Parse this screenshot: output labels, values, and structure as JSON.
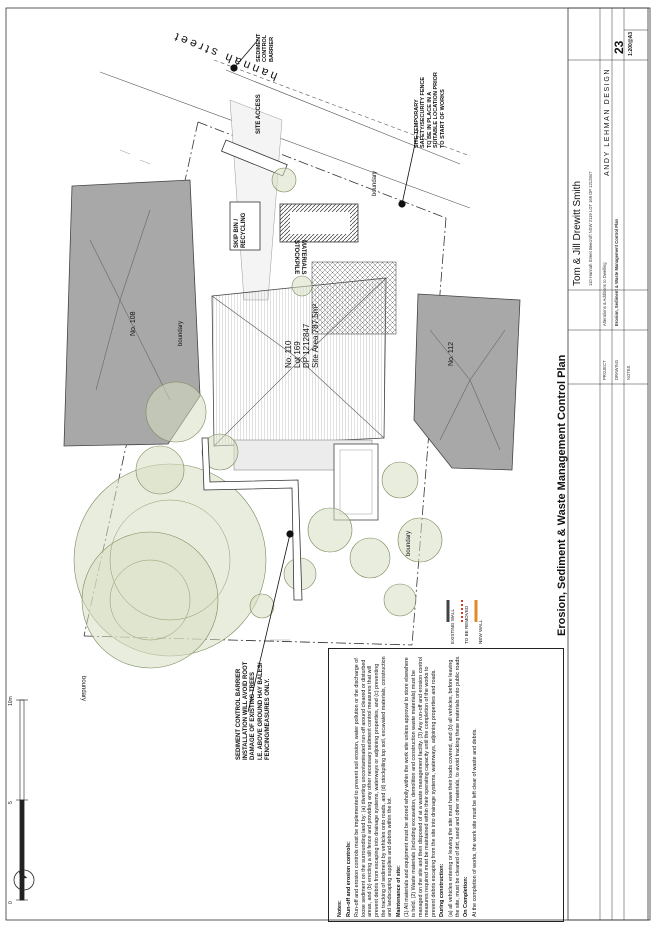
{
  "plan": {
    "title": "Erosion, Sediment & Waste Management Control Plan",
    "street": "hannah street",
    "lot_no": "No. 110",
    "lot": "Lot 169",
    "dp": "DP 1212847",
    "site_area": "Site Area 787.5m²",
    "neighbour_left": "No. 108",
    "neighbour_right": "No. 112",
    "boundary": "boundary",
    "site_access": "SITE ACCESS",
    "skip_bin": [
      "SKIP BIN /",
      "RECYCLING"
    ],
    "stockpile": [
      "MATERIALS",
      "STOCKPILE"
    ],
    "sediment_barrier_top": [
      "SEDIMENT",
      "CONTROL",
      "BARRIER"
    ],
    "fence_note": [
      "SITE TEMPORARY",
      "SAFETY/SECURITY FENCE",
      "TO BE IN PLACE IN A",
      "SUITABLE LOCATION PRIOR",
      "TO START OF WORKS"
    ],
    "barrier_note": [
      "SEDIMENT CONTROL BARRIER",
      "INSTALLATION WILL AVOID ROOT",
      "DAMAGE OF EXISTING TREES",
      "I.E. ABOVE GROUND HAY BALES/",
      "FENCING/MEASURES ONLY."
    ]
  },
  "legend": {
    "items": [
      "EXISTING WALL",
      "TO BE REMOVED",
      "NEW WALL"
    ],
    "colors": [
      "#444444",
      "#d23c2c",
      "#e08a2a"
    ]
  },
  "notes": {
    "heading": "Notes:",
    "s1_title": "Run-off and erosion controls:",
    "s1_body": "Run-off and erosion controls must be implemented to prevent soil erosion, water pollution or the discharge of loose sediment on the surrounding land by: (a) diverting uncontaminated run-off around cleared or disturbed areas, and (b) erecting a silt fence and providing any other necessary sediment control measures that will prevent debris from escaping into drainage systems, waterways or adjoining properties, and (c) preventing the tracking of sediment by vehicles onto roads, and (d) stockpiling top soil, excavated materials, construction and landscaping supplies and debris within the lot.",
    "s2_title": "Maintenance of site:",
    "s2_body": "(1) All materials and equipment must be stored wholly within the work site unless approval to store elsewhere is held. (2) Waste materials (including excavation, demolition and construction waste materials) must be managed on the site and then disposed of at a waste management facility. (3) Any run-off and erosion control measures required must be maintained within their operating capacity until the completion of the works to prevent debris escaping from the site into drainage systems, waterways, adjoining properties and roads.",
    "s3_title": "During construction:",
    "s3_body": "(a) all vehicles entering or leaving the site must have their loads covered, and (b) all vehicles, before leaving the site, must be cleaned of dirt, sand and other materials, to avoid tracking these materials onto public roads.",
    "s4_title": "On Completion:",
    "s4_body": "At the completion of works, the work site must be left clear of waste and debris."
  },
  "scale": {
    "label": "10m",
    "ticks": [
      "0",
      "5",
      "10m"
    ]
  },
  "title_block": {
    "client": "Tom & Jill Drewitt Smith",
    "address": "110 Hannah Street Beecroft NSW 2119 LOT 169 DP 1212847",
    "project_label": "PROJECT",
    "project": "Alterations & Additions to Dwelling",
    "drawing_label": "DRAWING",
    "drawing": "Erosion, Sediment & Waste Management Control Plan",
    "notes_label": "NOTES",
    "firm": "ANDY LEHMAN DESIGN",
    "sheet_no": "23",
    "scale_value": "1:200@A3"
  }
}
